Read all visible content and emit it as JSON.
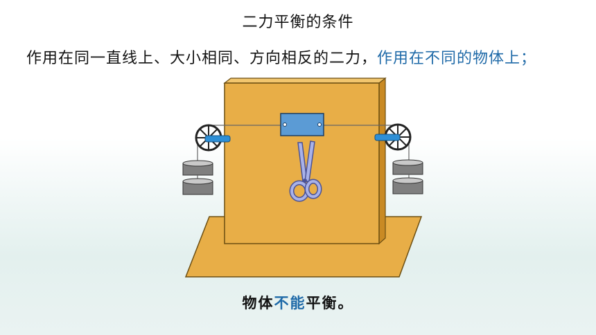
{
  "slide": {
    "title": "二力平衡的条件",
    "statement_part1": "作用在同一直线上、大小相同、方向相反的二力，",
    "statement_part2": "作用在不同的物体上；",
    "caption_part1": "物体",
    "caption_part2": "不能",
    "caption_part3": "平衡。"
  },
  "colors": {
    "highlight": "#1f6aa8",
    "board": "#e8ae47",
    "card": "#5b9bd5",
    "scissors": "#a9b2e8"
  },
  "icons": [
    "pulley-icon",
    "weight-icon",
    "scissors-icon",
    "card-icon"
  ]
}
